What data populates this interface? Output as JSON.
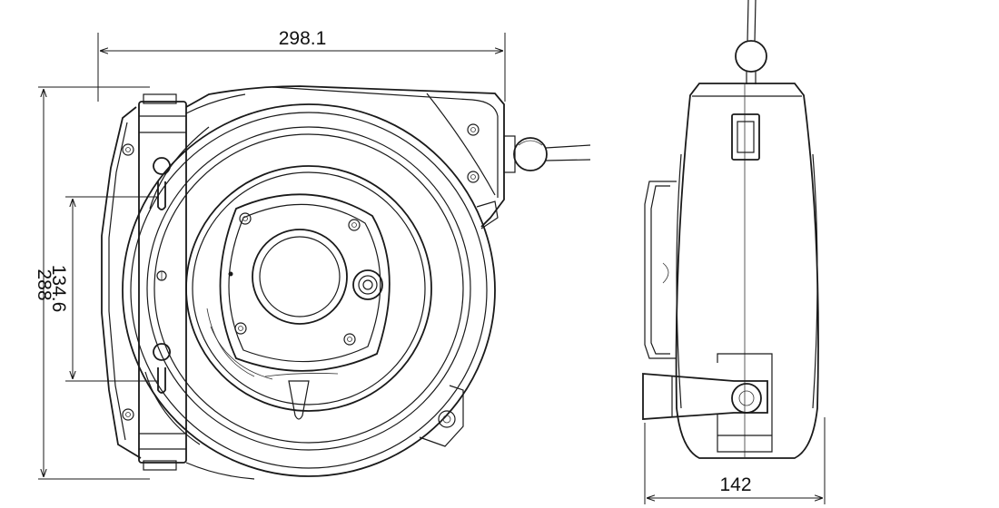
{
  "dimensions": {
    "width": "298.1",
    "height": "288",
    "mount_spacing": "134.6",
    "depth": "142"
  },
  "colors": {
    "line": "#1a1a1a",
    "background": "#ffffff"
  }
}
